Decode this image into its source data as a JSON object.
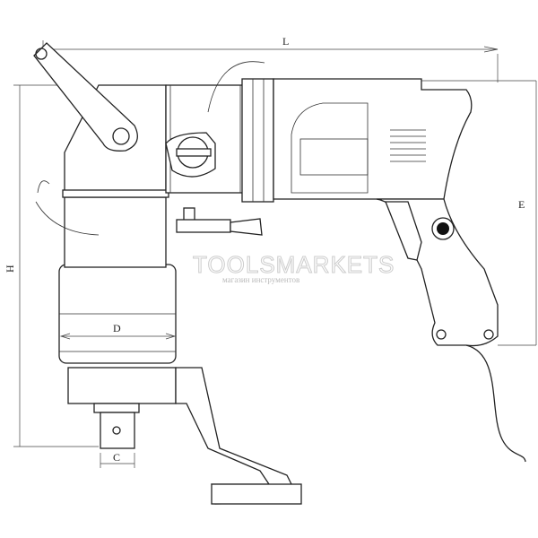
{
  "drawing": {
    "dimension_labels": {
      "L": "L",
      "E": "E",
      "H": "H",
      "D": "D",
      "C": "C"
    },
    "watermark": {
      "brand": "TOOLSMARKETS",
      "tagline": "магазин инструментов"
    }
  }
}
